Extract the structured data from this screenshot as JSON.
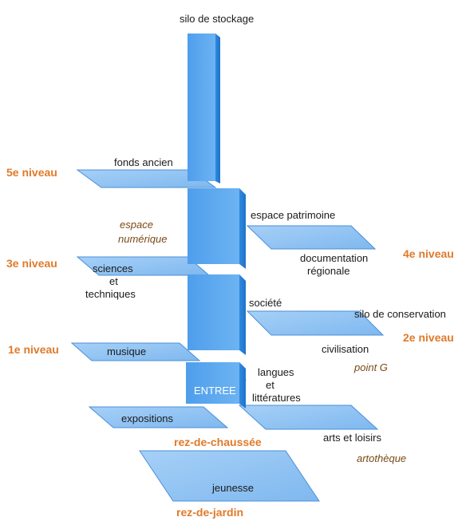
{
  "colors": {
    "level_label": "#e07a2a",
    "italic_label": "#7a4a16",
    "column_front": "#5aa6ee",
    "column_side": "#2a82dc",
    "column_top": "#9ccff7",
    "plate_fill": "#8ec2f4",
    "plate_stroke": "#4a8fd8"
  },
  "labels": {
    "silo_stockage": "silo de stockage",
    "fonds_ancien": "fonds ancien",
    "espace_numerique_1": "espace",
    "espace_numerique_2": "numérique",
    "espace_patrimoine": "espace patrimoine",
    "documentation_1": "documentation",
    "documentation_2": "régionale",
    "sciences_1": "sciences",
    "sciences_2": "et",
    "sciences_3": "techniques",
    "societe": "société",
    "silo_conservation": "silo de conservation",
    "civilisation": "civilisation",
    "point_g": "point G",
    "musique": "musique",
    "entree": "ENTREE",
    "langues_1": "langues",
    "langues_2": "et",
    "langues_3": "littératures",
    "expositions": "expositions",
    "arts_loisirs": "arts et loisirs",
    "artotheque": "artothèque",
    "jeunesse": "jeunesse"
  },
  "levels": {
    "n5": "5e niveau",
    "n4": "4e niveau",
    "n3": "3e niveau",
    "n2": "2e niveau",
    "n1": "1e niveau",
    "rdc": "rez-de-chaussée",
    "rdj": "rez-de-jardin"
  }
}
